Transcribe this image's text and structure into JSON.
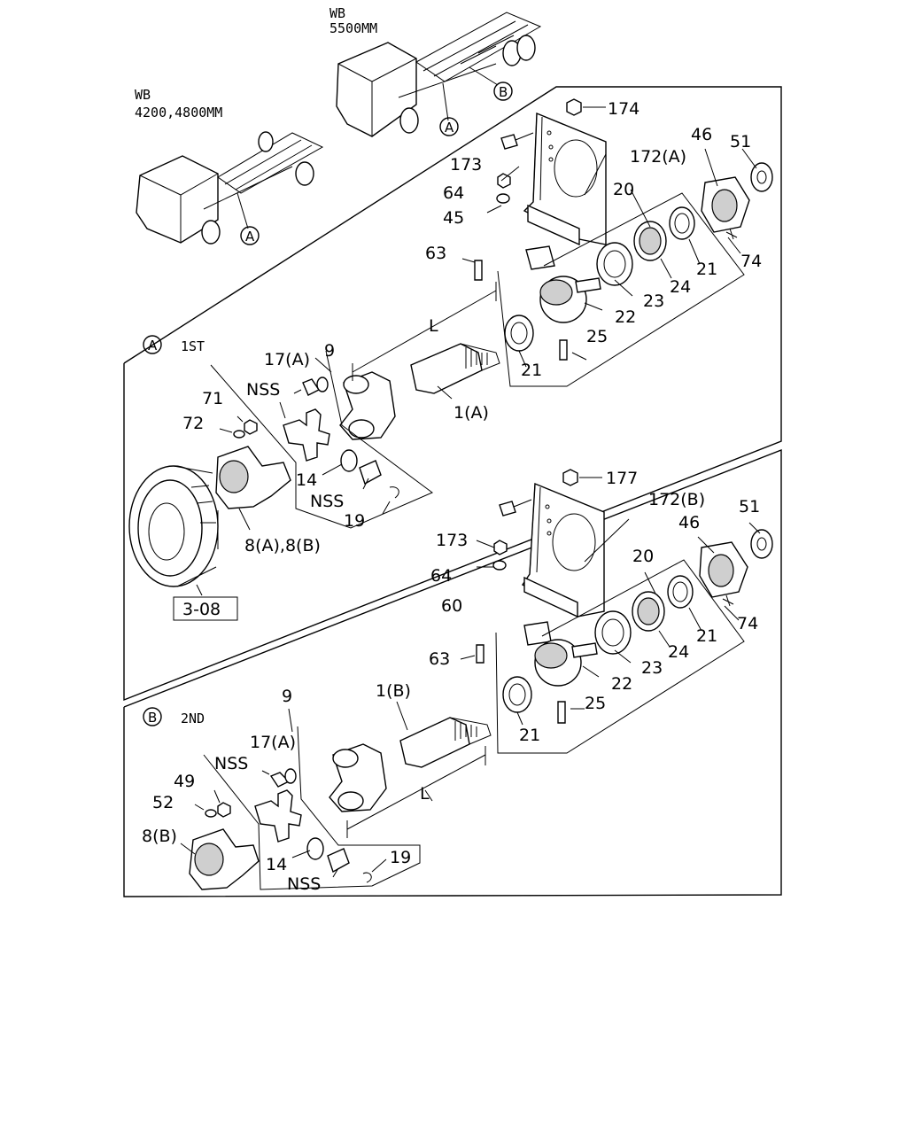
{
  "trucks": {
    "wb_long": {
      "line1": "WB",
      "line2": "5500MM"
    },
    "wb_short": {
      "line1": "WB",
      "line2": "4200,4800MM"
    },
    "marker_a": "A",
    "marker_b": "B"
  },
  "section_a": {
    "marker": "A",
    "title": "1ST",
    "parts": {
      "p174": "174",
      "p173": "173",
      "p172": "172(A)",
      "p64": "64",
      "p45": "45",
      "p20": "20",
      "p46": "46",
      "p51": "51",
      "p74": "74",
      "p63": "63",
      "p21a": "21",
      "p24": "24",
      "p23": "23",
      "p22": "22",
      "p25": "25",
      "p21b": "21",
      "p9": "9",
      "p17": "17(A)",
      "nss1": "NSS",
      "p71": "71",
      "p72": "72",
      "p14": "14",
      "nss2": "NSS",
      "p19": "19",
      "p1": "1(A)",
      "p8": "8(A),8(B)",
      "len": "L",
      "ref": "3-08"
    }
  },
  "section_b": {
    "marker": "B",
    "title": "2ND",
    "parts": {
      "p177": "177",
      "p173": "173",
      "p172": "172(B)",
      "p64": "64",
      "p60": "60",
      "p20": "20",
      "p46": "46",
      "p51": "51",
      "p74": "74",
      "p63": "63",
      "p21a": "21",
      "p24": "24",
      "p23": "23",
      "p22": "22",
      "p25": "25",
      "p21b": "21",
      "p1": "1(B)",
      "p9": "9",
      "p17": "17(A)",
      "nss1": "NSS",
      "p49": "49",
      "p52": "52",
      "p8": "8(B)",
      "p14": "14",
      "nss2": "NSS",
      "p19": "19",
      "len": "L"
    }
  }
}
